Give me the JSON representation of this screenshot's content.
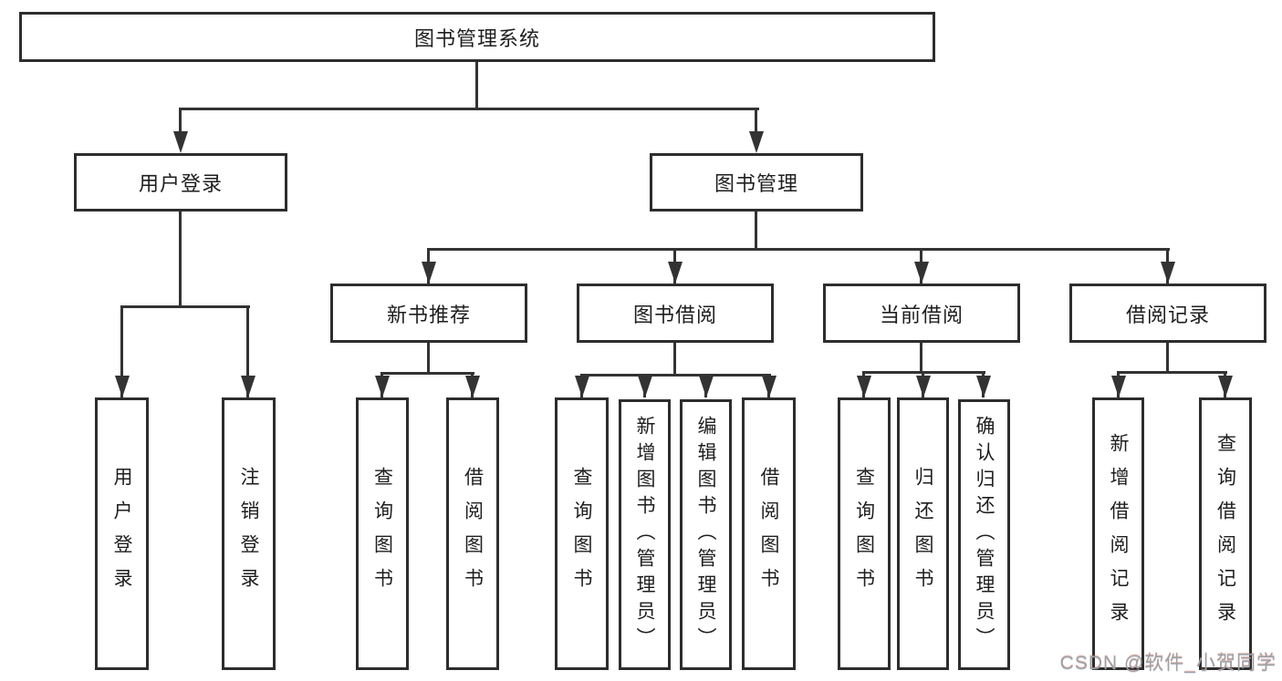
{
  "watermark": "CSDN @软件_小贺同学",
  "tree": {
    "root": {
      "label": "图书管理系统"
    },
    "level2": [
      {
        "label": "用户登录",
        "children": [
          {
            "label": "用户登录"
          },
          {
            "label": "注销登录"
          }
        ]
      },
      {
        "label": "图书管理",
        "modules": [
          {
            "label": "新书推荐",
            "children": [
              {
                "label": "查询图书"
              },
              {
                "label": "借阅图书"
              }
            ]
          },
          {
            "label": "图书借阅",
            "children": [
              {
                "label": "查询图书"
              },
              {
                "label": "新增图书（管理员）"
              },
              {
                "label": "编辑图书（管理员）"
              },
              {
                "label": "借阅图书"
              }
            ]
          },
          {
            "label": "当前借阅",
            "children": [
              {
                "label": "查询图书"
              },
              {
                "label": "归还图书"
              },
              {
                "label": "确认归还（管理员）"
              }
            ]
          },
          {
            "label": "借阅记录",
            "children": [
              {
                "label": "新增借阅记录"
              },
              {
                "label": "查询借阅记录"
              }
            ]
          }
        ]
      }
    ]
  }
}
